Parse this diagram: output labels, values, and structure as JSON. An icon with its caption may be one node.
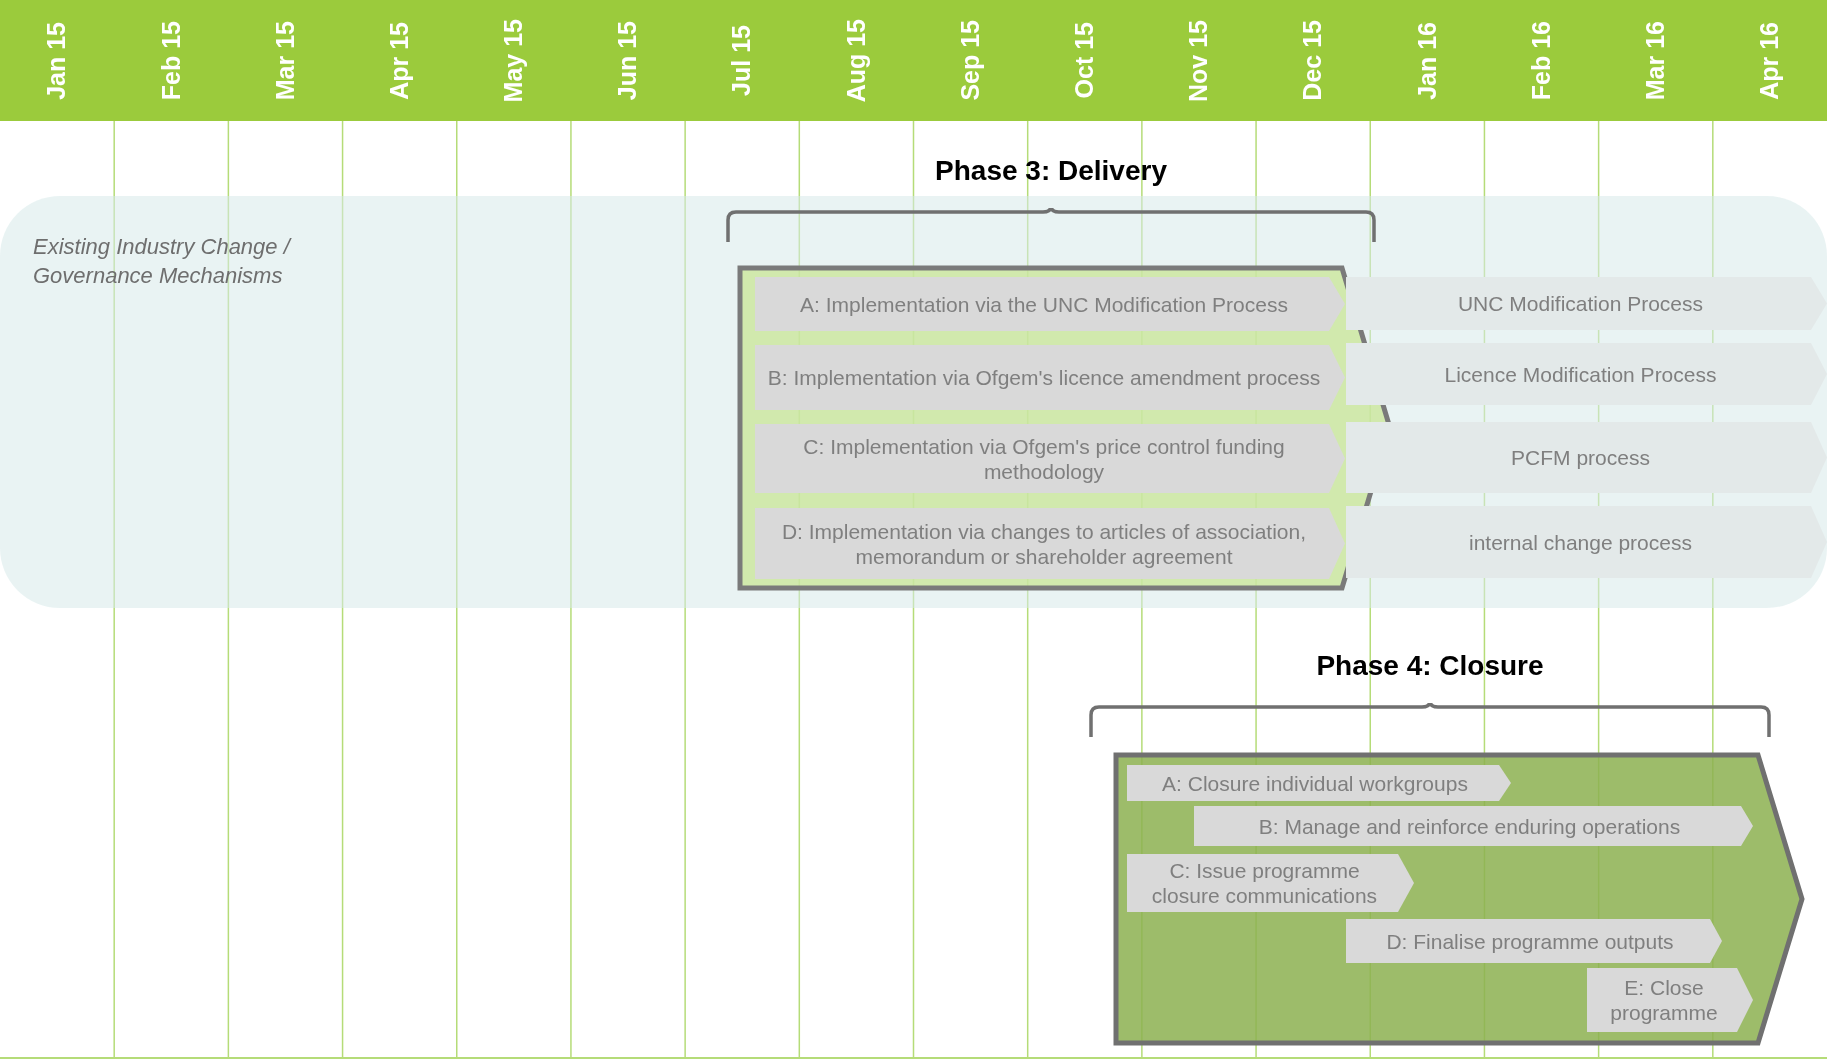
{
  "diagram": {
    "nodes": [
      {
        "text": [
          "Existing Industry Change / Governance Mechanisms"
        ]
      },
      {
        "text": [
          "Phase 3: Delivery"
        ],
        "in": 0
      },
      {
        "text": [
          "A: Implementation via the UNC Modification Process"
        ],
        "in": 1
      },
      {
        "text": [
          "B: Implementation via Ofgem's licence amendment process"
        ],
        "in": 1
      },
      {
        "text": [
          "C: Implementation via Ofgem's price control funding methodology"
        ],
        "in": 1
      },
      {
        "text": [
          "D: Implementation via changes to articles of association, memorandum or shareholder agreement"
        ],
        "in": 1
      },
      {
        "text": [
          "UNC Modification Process"
        ],
        "in": 0
      },
      {
        "text": [
          "Licence Modification Process"
        ],
        "in": 0
      },
      {
        "text": [
          "PCFM process"
        ],
        "in": 0
      },
      {
        "text": [
          "internal change process"
        ],
        "in": 0
      },
      {
        "text": [
          "Phase 4: Closure"
        ]
      },
      {
        "text": [
          "A: Closure individual workgroups"
        ],
        "in": 10
      },
      {
        "text": [
          "B: Manage and reinforce enduring operations"
        ],
        "in": 10
      },
      {
        "text": [
          "C: Issue programme closure communications"
        ],
        "in": 10
      },
      {
        "text": [
          "D: Finalise programme outputs"
        ],
        "in": 10
      },
      {
        "text": [
          "E: Close programme"
        ],
        "in": 10
      }
    ],
    "labels": [
      "Jan 15",
      "Feb 15",
      "Mar 15",
      "Apr 15",
      "May 15",
      "Jun 15",
      "Jul 15",
      "Aug 15",
      "Sep 15",
      "Oct 15",
      "Nov 15",
      "Dec 15",
      "Jan 16",
      "Feb 16",
      "Mar 16",
      "Apr 16"
    ]
  }
}
